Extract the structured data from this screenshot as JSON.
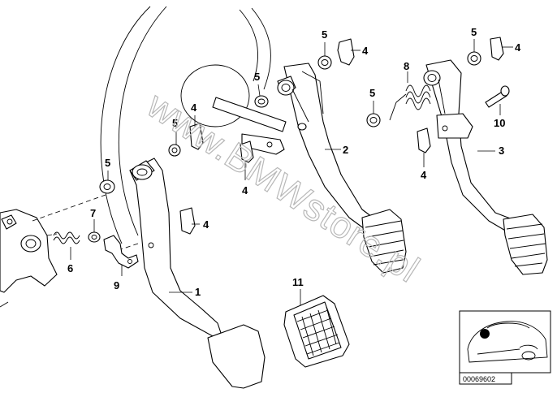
{
  "watermark": "www.BMWstore.pl",
  "image_id": "00069602",
  "callouts": {
    "c1": "1",
    "c2": "2",
    "c3": "3",
    "c4a": "4",
    "c4b": "4",
    "c4c": "4",
    "c4d": "4",
    "c4e": "4",
    "c4f": "4",
    "c5a": "5",
    "c5b": "5",
    "c5c": "5",
    "c5d": "5",
    "c5e": "5",
    "c5f": "5",
    "c6": "6",
    "c7": "7",
    "c8": "8",
    "c9": "9",
    "c10": "10",
    "c11": "11"
  },
  "inset": {
    "icon": "car-silhouette-icon"
  }
}
